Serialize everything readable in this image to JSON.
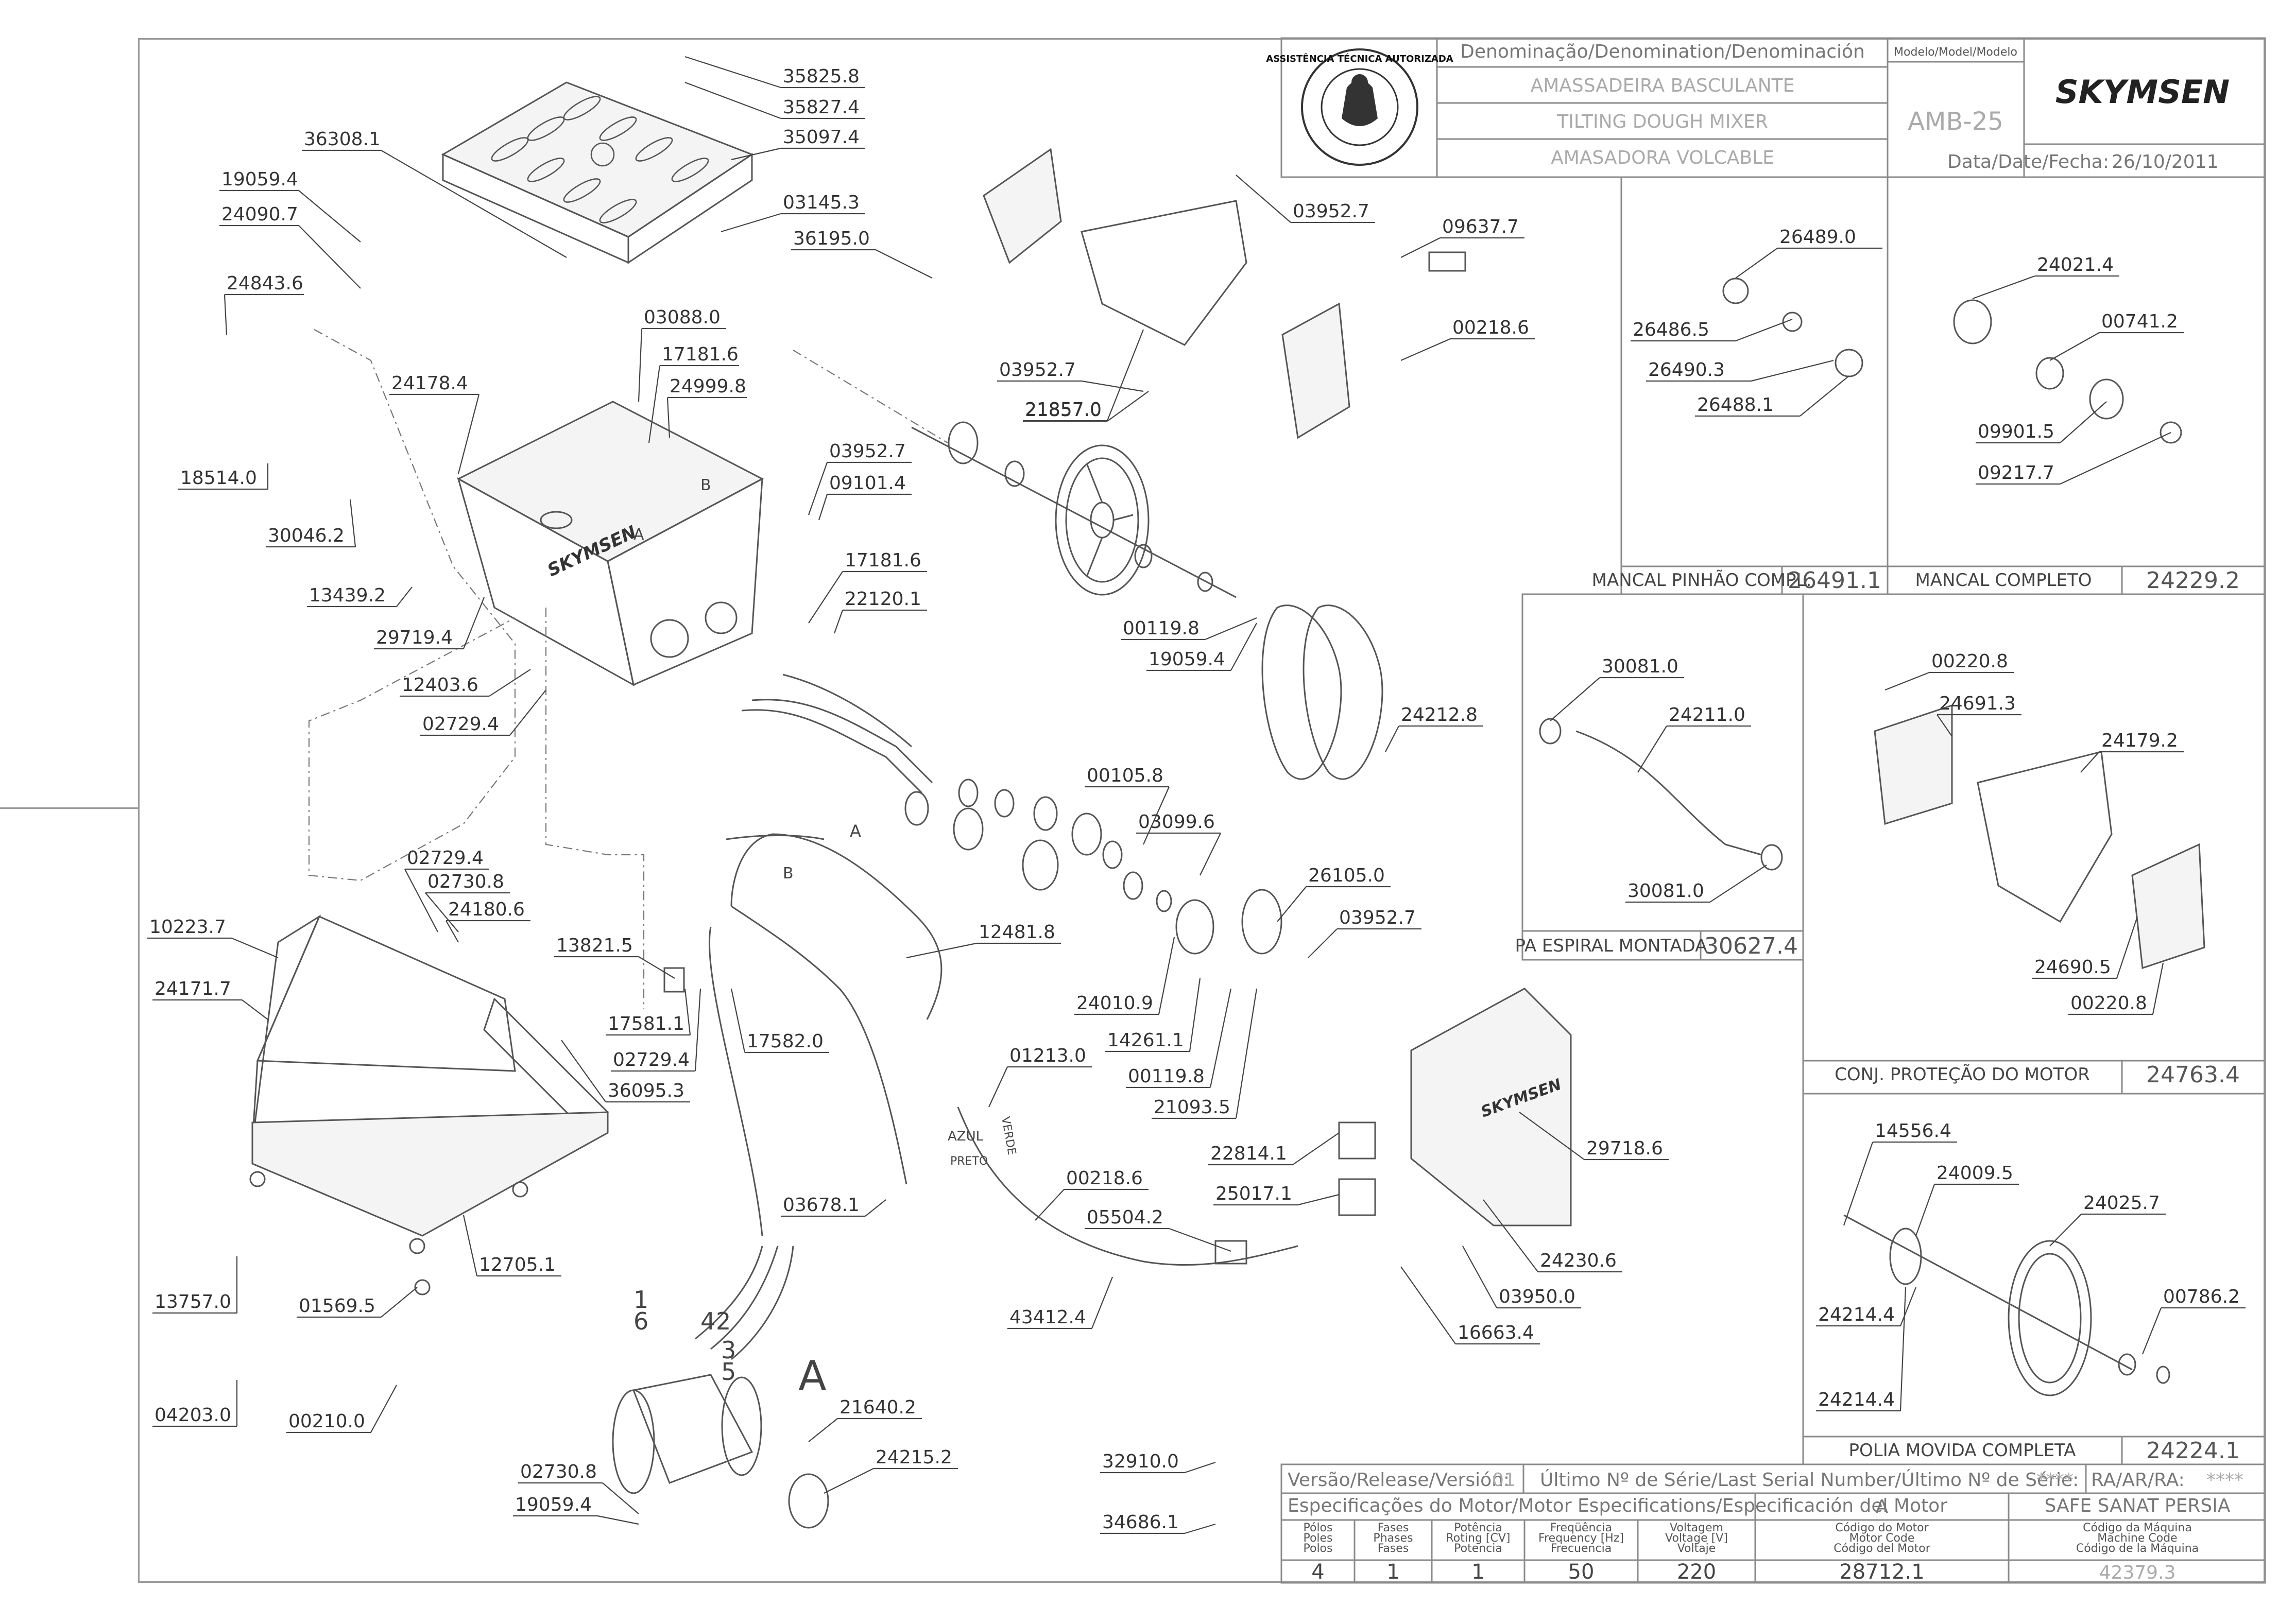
{
  "title_block": {
    "denomination_header": "Denominação/Denomination/Denominación",
    "name_pt": "AMASSADEIRA BASCULANTE",
    "name_en": "TILTING DOUGH MIXER",
    "name_es": "AMASADORA VOLCABLE",
    "model_header": "Modelo/Model/Modelo",
    "model": "AMB-25",
    "brand": "SKYMSEN",
    "date_label": "Data/Date/Fecha:",
    "date": "26/10/2011",
    "seal_text": "ASSISTÊNCIA TÉCNICA AUTORIZADA"
  },
  "assemblies": [
    {
      "name": "MANCAL PINHÃO COMPL.",
      "code": "26491.1"
    },
    {
      "name": "MANCAL COMPLETO",
      "code": "24229.2"
    },
    {
      "name": "PA ESPIRAL MONTADA",
      "code": "30627.4"
    },
    {
      "name": "CONJ. PROTEÇÃO DO MOTOR",
      "code": "24763.4"
    },
    {
      "name": "POLIA MOVIDA COMPLETA",
      "code": "24224.1"
    }
  ],
  "release_row": {
    "version_label": "Versão/Release/Versión:",
    "version": "01",
    "serial_label": "Último Nº de Série/Last Serial Number/Último Nº de Série:",
    "serial": "****",
    "ra_label": "RA/AR/RA:",
    "ra": "****"
  },
  "motor_spec": {
    "header": "Especificações do Motor/Motor Especifications/Especificación del Motor",
    "motor_letter": "A",
    "manufacturer": "SAFE SANAT PERSIA",
    "columns": [
      {
        "label": "Pólos\nPoles\nPolos",
        "value": "4"
      },
      {
        "label": "Fases\nPhases\nFases",
        "value": "1"
      },
      {
        "label": "Potência\nRoting [CV]\nPotencia",
        "value": "1"
      },
      {
        "label": "Freqüência\nFrequency [Hz]\nFrecuencia",
        "value": "50"
      },
      {
        "label": "Voltagem\nVoltage [V]\nVoltaje",
        "value": "220"
      },
      {
        "label": "Código do Motor\nMotor Code\nCódigo del Motor",
        "value": "28712.1"
      },
      {
        "label": "Código da Máquina\nMachine Code\nCódigo de la Máquina",
        "value": "42379.3"
      }
    ]
  },
  "callouts": [
    "35825.8",
    "35827.4",
    "35097.4",
    "36308.1",
    "03145.3",
    "36195.0",
    "19059.4",
    "24090.7",
    "24843.6",
    "03088.0",
    "17181.6",
    "24999.8",
    "24178.4",
    "18514.0",
    "30046.2",
    "03952.7",
    "09101.4",
    "13439.2",
    "17181.6",
    "22120.1",
    "29719.4",
    "12403.6",
    "02729.4",
    "21857.0",
    "03952.7",
    "09637.7",
    "00218.6",
    "03952.7",
    "21857.0",
    "00119.8",
    "19059.4",
    "24212.8",
    "00105.8",
    "03099.6",
    "26105.0",
    "03952.7",
    "10223.7",
    "02729.4",
    "02730.8",
    "24180.6",
    "24171.7",
    "13821.5",
    "12481.8",
    "17581.1",
    "02729.4",
    "17582.0",
    "36095.3",
    "24010.9",
    "14261.1",
    "00119.8",
    "21093.5",
    "01213.0",
    "22814.1",
    "29718.6",
    "25017.1",
    "03678.1",
    "00218.6",
    "05504.2",
    "24230.6",
    "03950.0",
    "16663.4",
    "13757.0",
    "01569.5",
    "12705.1",
    "43412.4",
    "04203.0",
    "00210.0",
    "21640.2",
    "24215.2",
    "02730.8",
    "19059.4",
    "32910.0",
    "34686.1",
    "26489.0",
    "26486.5",
    "26490.3",
    "26488.1",
    "24021.4",
    "00741.2",
    "09901.5",
    "09217.7",
    "30081.0",
    "24211.0",
    "30081.0",
    "00220.8",
    "24691.3",
    "24179.2",
    "24690.5",
    "00220.8",
    "14556.4",
    "24009.5",
    "24025.7",
    "24214.4",
    "00786.2",
    "24214.4"
  ],
  "wiring_marks": [
    "A",
    "B",
    "A",
    "B",
    "1",
    "6",
    "4",
    "2",
    "3",
    "5",
    "A",
    "AZUL",
    "PRETO",
    "VERDE"
  ]
}
